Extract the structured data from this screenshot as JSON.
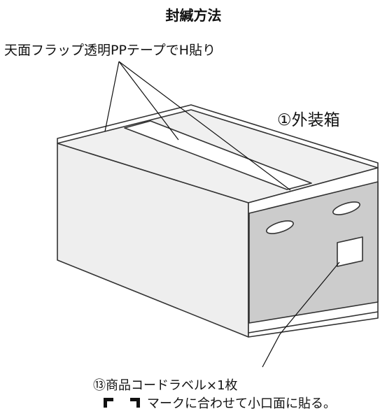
{
  "title": "封緘方法",
  "tape_label": "天面フラップ透明PPテープでH貼り",
  "box_label": "①外装箱",
  "product_label": "⑬商品コードラベル×1枚",
  "mark_instruction": "マークに合わせて小口面に貼る。",
  "colors": {
    "box_face": "#eeeeee",
    "side_panel": "#cccccc",
    "outline": "#333333"
  }
}
